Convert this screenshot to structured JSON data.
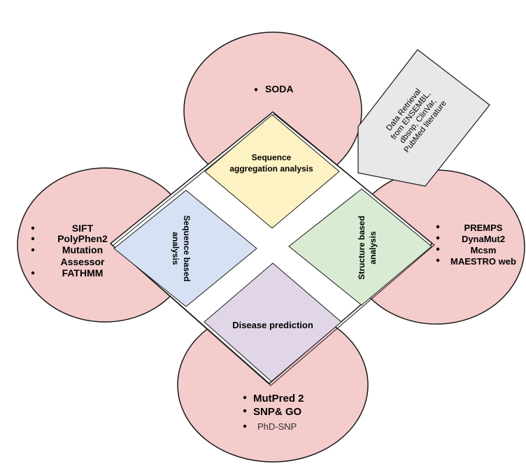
{
  "colors": {
    "ellipse_fill": "#f4cccc",
    "ellipse_stroke": "#1a1a1a",
    "top_diamond": "#fdf2c3",
    "left_diamond": "#d6e2f4",
    "right_diamond": "#d9ecd3",
    "bottom_diamond": "#e1d6e8",
    "arrow_fill": "#e8e8e8",
    "text": "#000000",
    "muted_text": "#333333"
  },
  "top_tools": [
    "SODA"
  ],
  "left_tools": [
    "SIFT",
    "PolyPhen2",
    "Mutation",
    "Assessor",
    "FATHMM"
  ],
  "right_tools": [
    "PREMPS",
    "DynaMut2",
    "Mcsm",
    "MAESTRO web"
  ],
  "bottom_tools": [
    "MutPred 2",
    "SNP& GO",
    "PhD-SNP"
  ],
  "top_label": [
    "Sequence",
    "aggregation analysis"
  ],
  "left_label": [
    "Sequence based",
    "analysis"
  ],
  "right_label": [
    "Structure based",
    "analysis"
  ],
  "bottom_label": [
    "Disease prediction"
  ],
  "arrow_label": [
    "Data Retrieval",
    "from ENSEMBL,",
    "dbsnp, ClinVar,",
    "PubMed literature"
  ]
}
